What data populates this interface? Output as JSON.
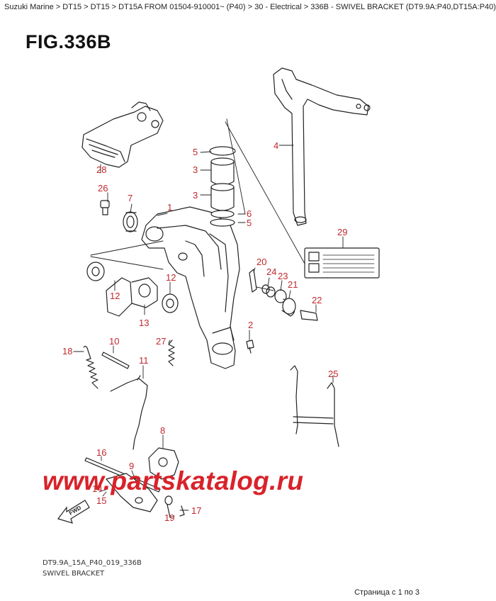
{
  "breadcrumb": "Suzuki Marine > DT15 > DT15 > DT15A FROM 01504-910001~ (P40) > 30 - Electrical > 336B - SWIVEL BRACKET (DT9.9A:P40,DT15A:P40)",
  "figure_title": "FIG.336B",
  "parts": {
    "p1": "1",
    "p2": "2",
    "p3a": "3",
    "p3b": "3",
    "p4": "4",
    "p5a": "5",
    "p5b": "5",
    "p6": "6",
    "p7": "7",
    "p8": "8",
    "p9": "9",
    "p10": "10",
    "p11": "11",
    "p12a": "12",
    "p12b": "12",
    "p13": "13",
    "p14": "14",
    "p15": "15",
    "p16": "16",
    "p17": "17",
    "p18": "18",
    "p19": "19",
    "p20": "20",
    "p21": "21",
    "p22": "22",
    "p23": "23",
    "p24": "24",
    "p25": "25",
    "p26": "26",
    "p27": "27",
    "p28": "28",
    "p29": "29"
  },
  "fwd_label": "FWD",
  "watermark": "www.partskatalog.ru",
  "drawing_code": "DT9.9A_15A_P40_019_336B",
  "drawing_desc": "SWIVEL BRACKET",
  "pagination": "Страница с 1 по 3",
  "colors": {
    "label_red": "#c0282d",
    "watermark_red": "#d8232a",
    "line": "#222222"
  }
}
